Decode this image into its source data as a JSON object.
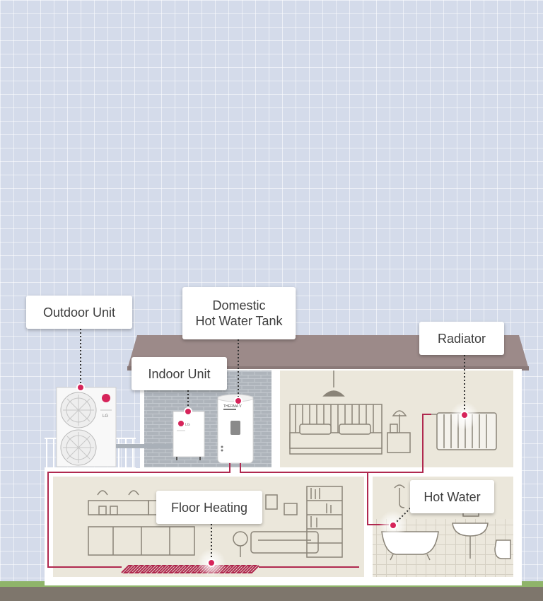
{
  "labels": {
    "outdoor_unit": "Outdoor Unit",
    "domestic_hot_water_tank_line1": "Domestic",
    "domestic_hot_water_tank_line2": "Hot Water Tank",
    "indoor_unit": "Indoor Unit",
    "radiator": "Radiator",
    "floor_heating": "Floor Heating",
    "hot_water": "Hot Water"
  },
  "device_marks": {
    "brand": "LG",
    "tank_brand": "THERMA V"
  },
  "colors": {
    "sky": "#d4dbea",
    "roof": "#9c8a89",
    "pipe": "#b0294f",
    "marker": "#d6245a",
    "ground": "#7e766c",
    "grass": "#8fb46a",
    "wall": "#ffffff",
    "room": "#ebe7db",
    "line_art": "#8a8478"
  }
}
